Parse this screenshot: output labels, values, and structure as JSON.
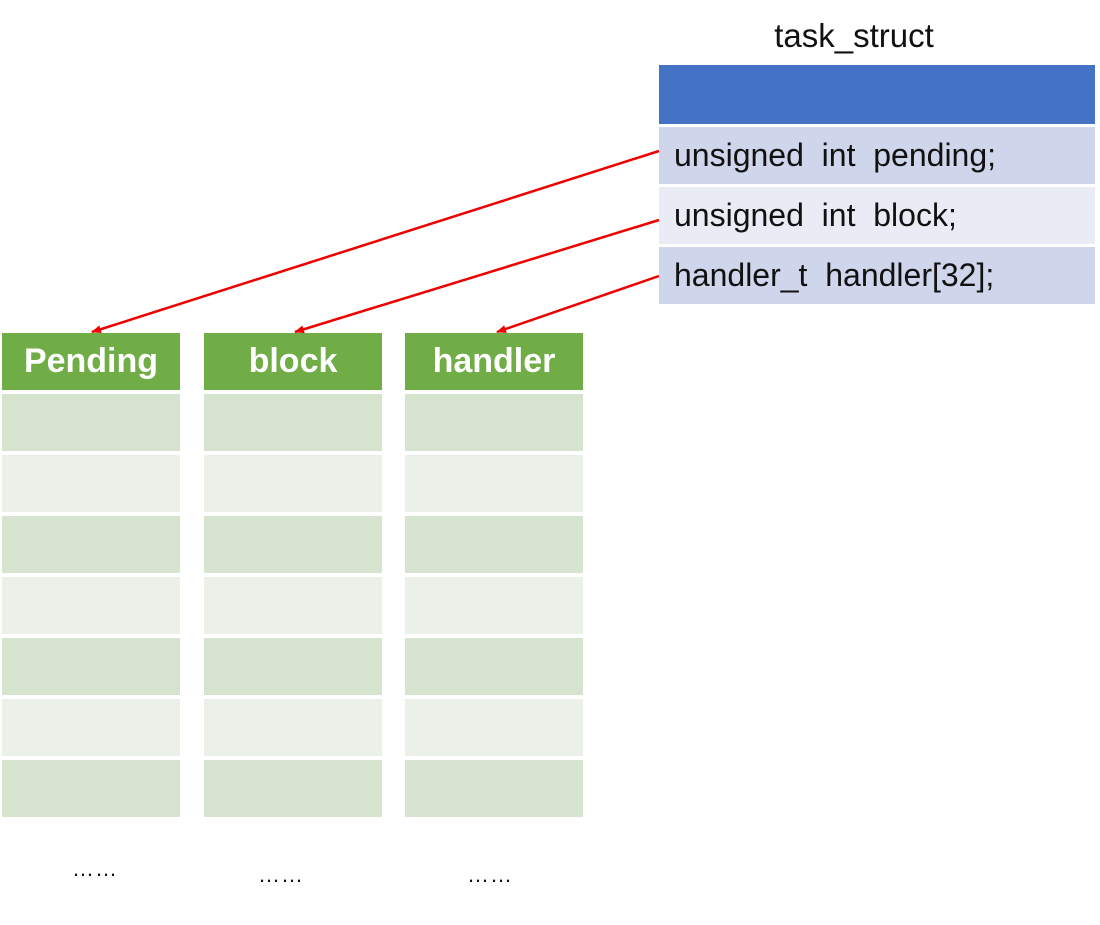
{
  "task_struct": {
    "title": "task_struct",
    "fields": [
      {
        "text": "unsigned  int  pending;"
      },
      {
        "text": "unsigned  int  block;"
      },
      {
        "text": "handler_t  handler[32];"
      }
    ]
  },
  "tables": [
    {
      "header": "Pending",
      "ellipsis": "……"
    },
    {
      "header": "block",
      "ellipsis": "……"
    },
    {
      "header": "handler",
      "ellipsis": "……"
    }
  ],
  "colors": {
    "struct_header": "#4472c4",
    "struct_row_dark": "#cfd5ea",
    "struct_row_light": "#e9ebf5",
    "table_header": "#70ad47",
    "table_row_dark": "#d5e3cf",
    "table_row_light": "#ebf1e9",
    "arrow": "#ee0000"
  }
}
